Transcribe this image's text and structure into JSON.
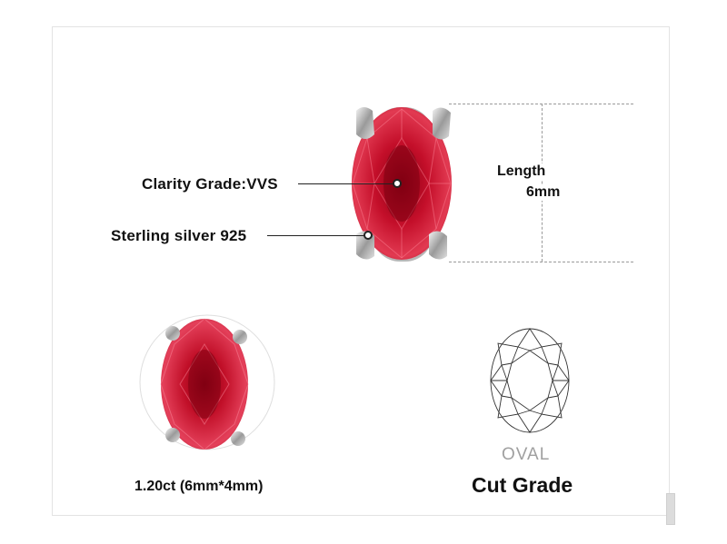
{
  "product": {
    "gem_color": "#c8102e",
    "metal_color": "#c0c0c0"
  },
  "callouts": {
    "clarity": "Clarity Grade:VVS",
    "material": "Sterling silver 925"
  },
  "dimension": {
    "label": "Length",
    "value": "6mm"
  },
  "stone": {
    "weight_size": "1.20ct (6mm*4mm)"
  },
  "cut": {
    "shape": "OVAL",
    "title": "Cut Grade"
  }
}
